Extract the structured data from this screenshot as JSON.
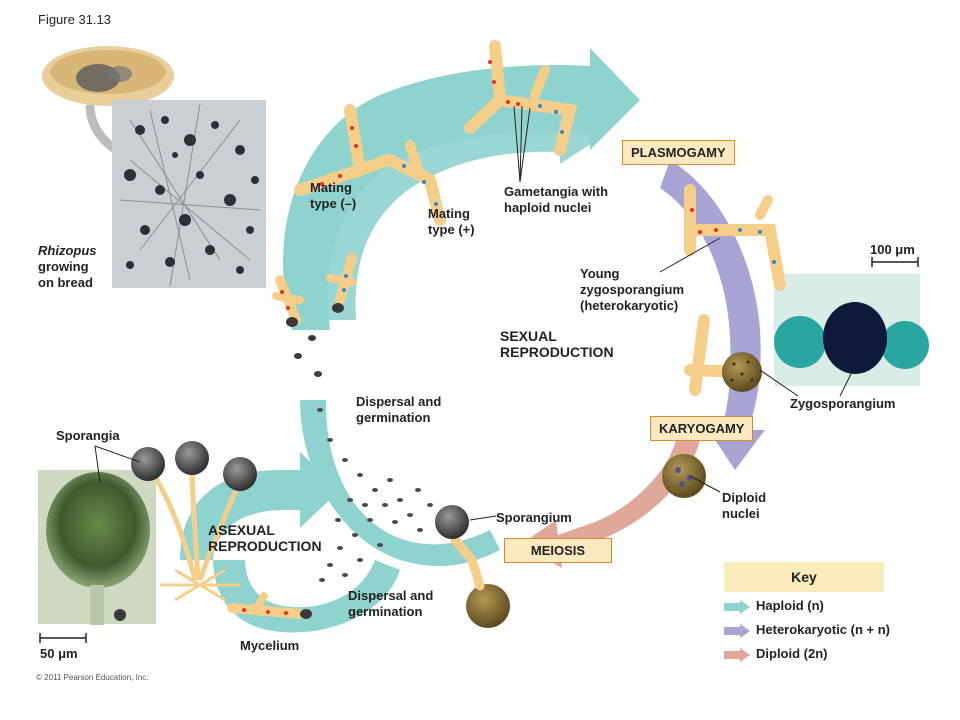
{
  "figure_label": "Figure 31.13",
  "copyright": "© 2011 Pearson Education, Inc.",
  "photos": {
    "bread": {
      "title_italic": "Rhizopus",
      "title_rest_1": "growing",
      "title_rest_2": "on bread"
    },
    "sporangium_photo": {
      "scale": "50 μm"
    },
    "zygosporangium_photo": {
      "scale": "100 μm"
    }
  },
  "stages": {
    "plasmogamy": "PLASMOGAMY",
    "karyogamy": "KARYOGAMY",
    "meiosis": "MEIOSIS"
  },
  "labels": {
    "mating_minus_1": "Mating",
    "mating_minus_2": "type (–)",
    "mating_plus_1": "Mating",
    "mating_plus_2": "type (+)",
    "gametangia_1": "Gametangia with",
    "gametangia_2": "haploid nuclei",
    "young_zygo_1": "Young",
    "young_zygo_2": "zygosporangium",
    "young_zygo_3": "(heterokaryotic)",
    "sexual_1": "SEXUAL",
    "sexual_2": "REPRODUCTION",
    "dispersal_top_1": "Dispersal and",
    "dispersal_top_2": "germination",
    "zygosporangium": "Zygosporangium",
    "diploid_nuclei_1": "Diploid",
    "diploid_nuclei_2": "nuclei",
    "sporangia": "Sporangia",
    "sporangium": "Sporangium",
    "asexual_1": "ASEXUAL",
    "asexual_2": "REPRODUCTION",
    "dispersal_bottom_1": "Dispersal and",
    "dispersal_bottom_2": "germination",
    "mycelium": "Mycelium"
  },
  "key": {
    "title": "Key",
    "items": [
      {
        "label": "Haploid (n)",
        "color": "#8fd3cf"
      },
      {
        "label": "Heterokaryotic (n + n)",
        "color": "#a8a4d4"
      },
      {
        "label": "Diploid (2n)",
        "color": "#e0a89a"
      }
    ]
  },
  "colors": {
    "haploid": "#8fd3cf",
    "heterokaryotic": "#a8a4d4",
    "diploid": "#e0a89a",
    "hypha": "#f5cf8a",
    "nucleus_minus": "#e0332b",
    "nucleus_plus": "#3a87c9",
    "stage_border": "#d98a2b",
    "stage_fill": "#fde9c0"
  }
}
